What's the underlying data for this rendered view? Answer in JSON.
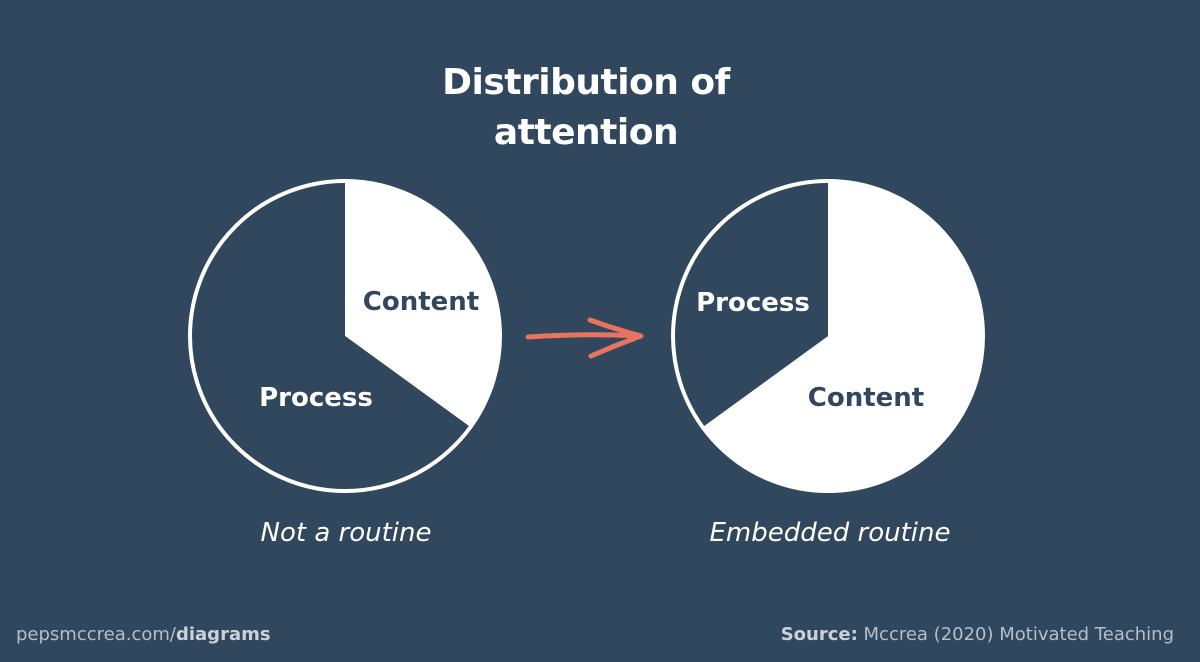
{
  "title": {
    "line1": "Distribution of",
    "line2": "attention"
  },
  "chart_data": [
    {
      "type": "pie",
      "caption": "Not a routine",
      "slices": [
        {
          "label": "Content",
          "share": 0.35,
          "fill": "#ffffff",
          "text_color": "#30475e"
        },
        {
          "label": "Process",
          "share": 0.65,
          "fill": "#30475e",
          "text_color": "#ffffff"
        }
      ]
    },
    {
      "type": "pie",
      "caption": "Embedded routine",
      "slices": [
        {
          "label": "Content",
          "share": 0.65,
          "fill": "#ffffff",
          "text_color": "#30475e"
        },
        {
          "label": "Process",
          "share": 0.35,
          "fill": "#30475e",
          "text_color": "#ffffff"
        }
      ]
    }
  ],
  "footer": {
    "site": "pepsmccrea.com/",
    "site_bold": "diagrams",
    "source_label": "Source:",
    "source_text": " Mccrea (2020) Motivated Teaching"
  },
  "colors": {
    "background": "#30475e",
    "foreground": "#ffffff",
    "arrow": "#e8735e"
  },
  "icons": {
    "transition": "arrow-right-icon"
  }
}
